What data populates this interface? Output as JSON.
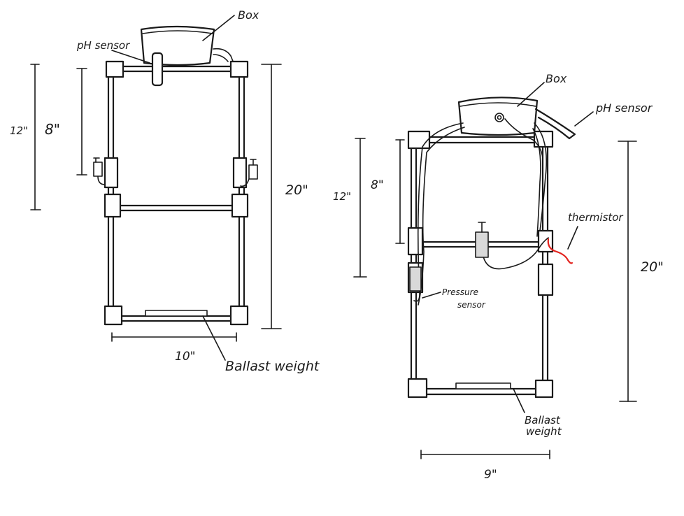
{
  "left_frame": {
    "box_label": "Box",
    "ph_sensor_label": "pH sensor",
    "dim_12": "12\"",
    "dim_8": "8\"",
    "dim_20": "20\"",
    "dim_10": "10\"",
    "ballast_label": "Ballast weight"
  },
  "right_frame": {
    "box_label": "Box",
    "ph_sensor_label": "pH sensor",
    "thermistor_label": "thermistor",
    "pressure_label_1": "Pressure",
    "pressure_label_2": "sensor",
    "dim_12": "12\"",
    "dim_8": "8\"",
    "dim_20": "20\"",
    "dim_9": "9\"",
    "ballast_label_1": "Ballast",
    "ballast_label_2": "weight"
  },
  "colors": {
    "ink": "#1a1a1a",
    "thermistor_wire": "#e3241f",
    "sensor_fill": "#d9d9d9"
  }
}
